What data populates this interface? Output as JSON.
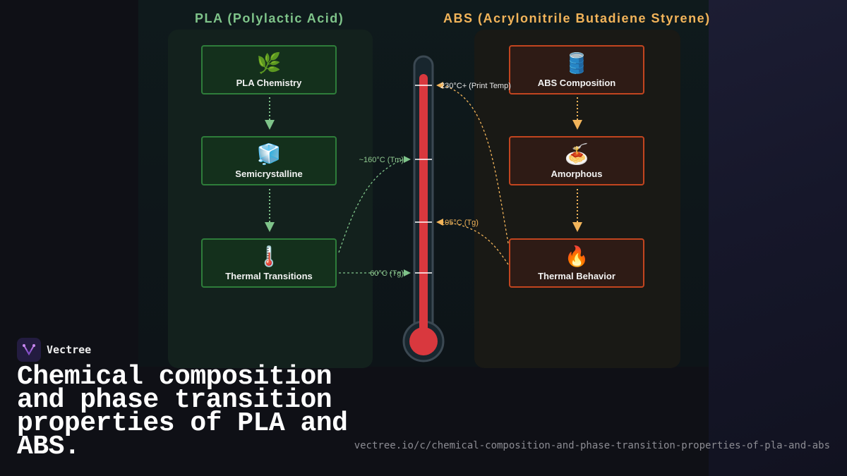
{
  "diagram": {
    "pla": {
      "title": "PLA (Polylactic Acid)",
      "color": "#7fc48a",
      "nodes": [
        {
          "label": "PLA Chemistry",
          "icon": "🌿",
          "icon_name": "herb-icon"
        },
        {
          "label": "Semicrystalline",
          "icon": "🧊",
          "icon_name": "ice-cube-icon"
        },
        {
          "label": "Thermal Transitions",
          "icon": "🌡️",
          "icon_name": "thermometer-icon"
        }
      ]
    },
    "abs": {
      "title": "ABS (Acrylonitrile Butadiene Styrene)",
      "color": "#f2b45a",
      "nodes": [
        {
          "label": "ABS Composition",
          "icon": "🛢️",
          "icon_name": "oil-drum-icon"
        },
        {
          "label": "Amorphous",
          "icon": "🍝",
          "icon_name": "spaghetti-icon"
        },
        {
          "label": "Thermal Behavior",
          "icon": "🔥",
          "icon_name": "fire-icon"
        }
      ]
    },
    "thermometer": {
      "fill_color": "#d9383e",
      "marks": [
        {
          "label": "230°C+ (Print Temp)",
          "side": "right"
        },
        {
          "label": "~160°C (Tm)",
          "side": "left"
        },
        {
          "label": "105°C (Tg)",
          "side": "right"
        },
        {
          "label": "60°C (Tg)",
          "side": "left"
        }
      ]
    }
  },
  "brand": {
    "name": "Vectree"
  },
  "headline": "Chemical composition and phase transition properties of PLA and ABS.",
  "url": "vectree.io/c/chemical-composition-and-phase-transition-properties-of-pla-and-abs"
}
